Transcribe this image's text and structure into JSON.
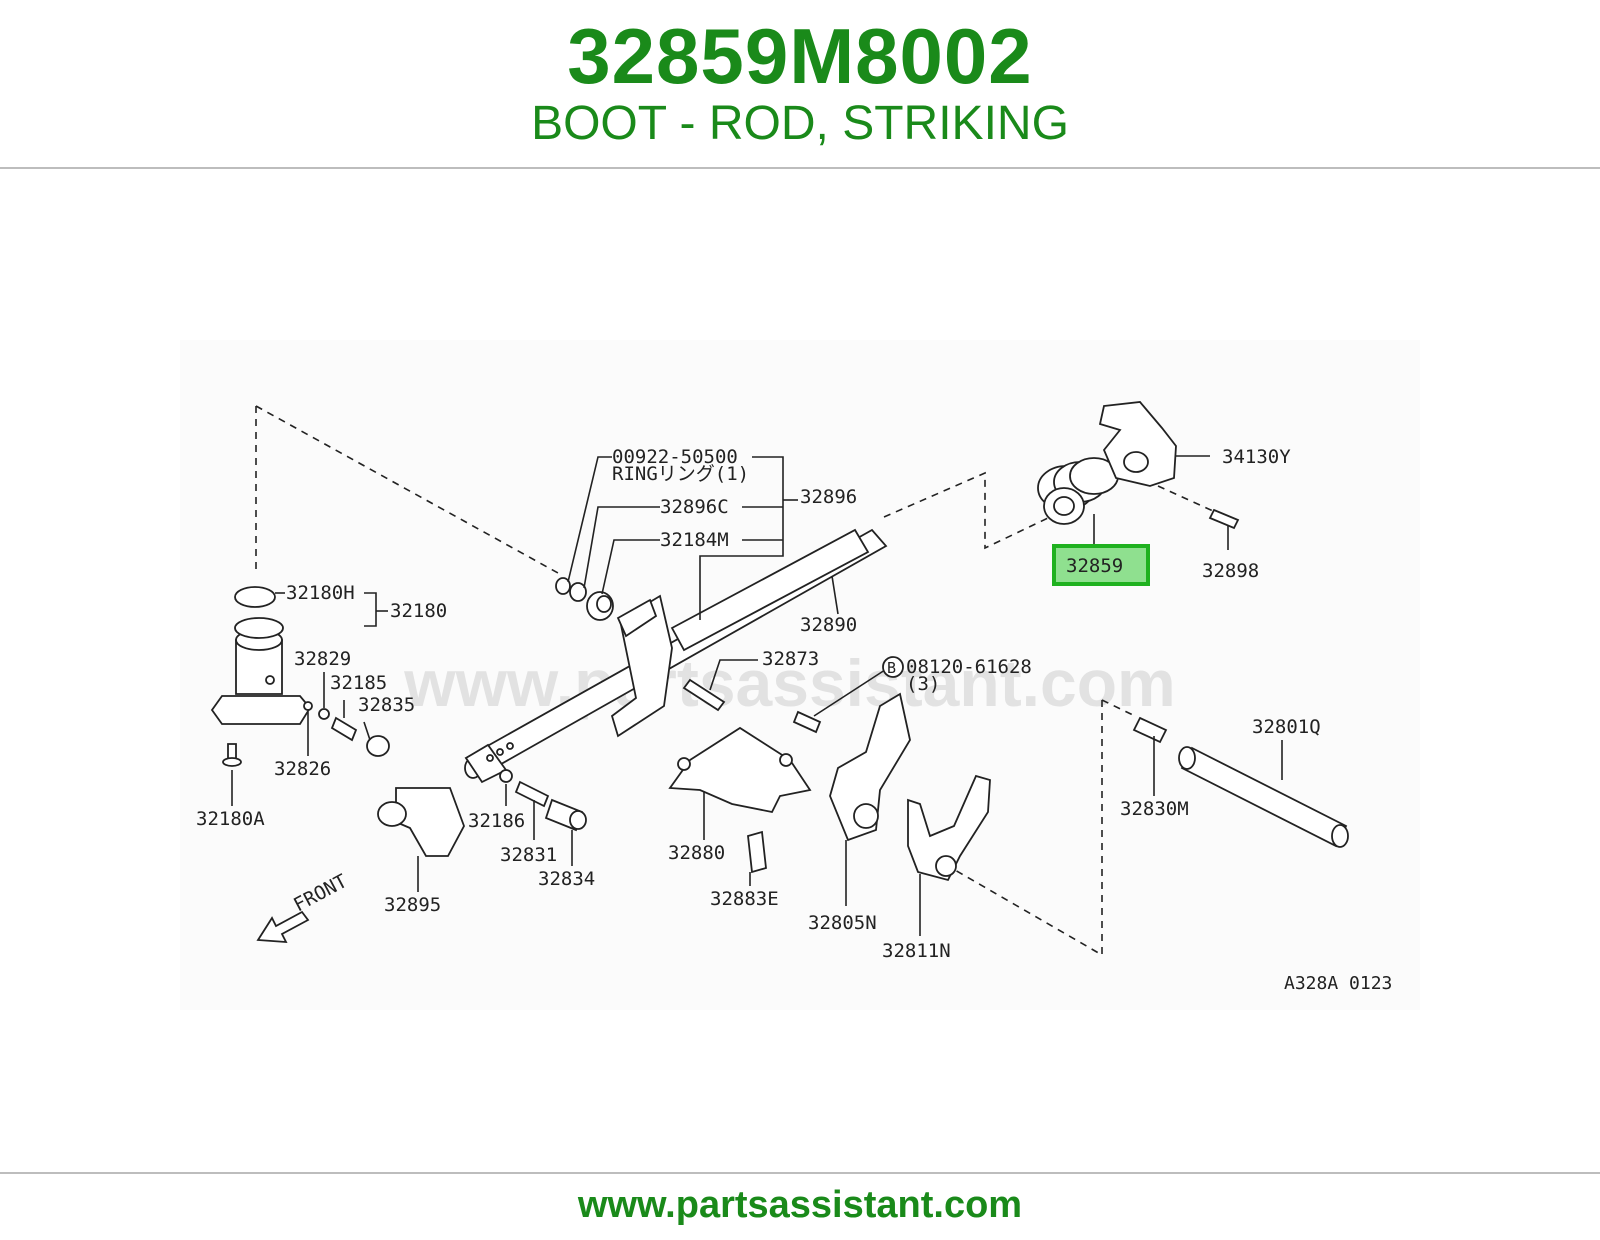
{
  "header": {
    "part_number": "32859M8002",
    "part_name": "BOOT - ROD, STRIKING"
  },
  "diagram": {
    "watermark": "www.partsassistant.com",
    "highlighted_part": "32859",
    "front_label": "FRONT",
    "figure_code": "A328A 0123",
    "callouts": {
      "c00922": "00922-50500",
      "ring": "RINGリング(1)",
      "c32896C": "32896C",
      "c32896": "32896",
      "c32184M": "32184M",
      "c32180H": "32180H",
      "c32180": "32180",
      "c32890": "32890",
      "c32829": "32829",
      "c32185": "32185",
      "c32835": "32835",
      "c32826": "32826",
      "c32180A": "32180A",
      "c32873": "32873",
      "b_marker": "B",
      "c08120": "08120-61628",
      "qty3": "(3)",
      "c34130Y": "34130Y",
      "c32898": "32898",
      "c32801Q": "32801Q",
      "c32830M": "32830M",
      "c32186": "32186",
      "c32831": "32831",
      "c32834": "32834",
      "c32895": "32895",
      "c32880": "32880",
      "c32883E": "32883E",
      "c32805N": "32805N",
      "c32811N": "32811N"
    }
  },
  "footer": {
    "url": "www.partsassistant.com"
  },
  "colors": {
    "brand_green": "#1a8a1a",
    "highlight_fill": "#8fe08f",
    "highlight_border": "#1fb11f"
  }
}
